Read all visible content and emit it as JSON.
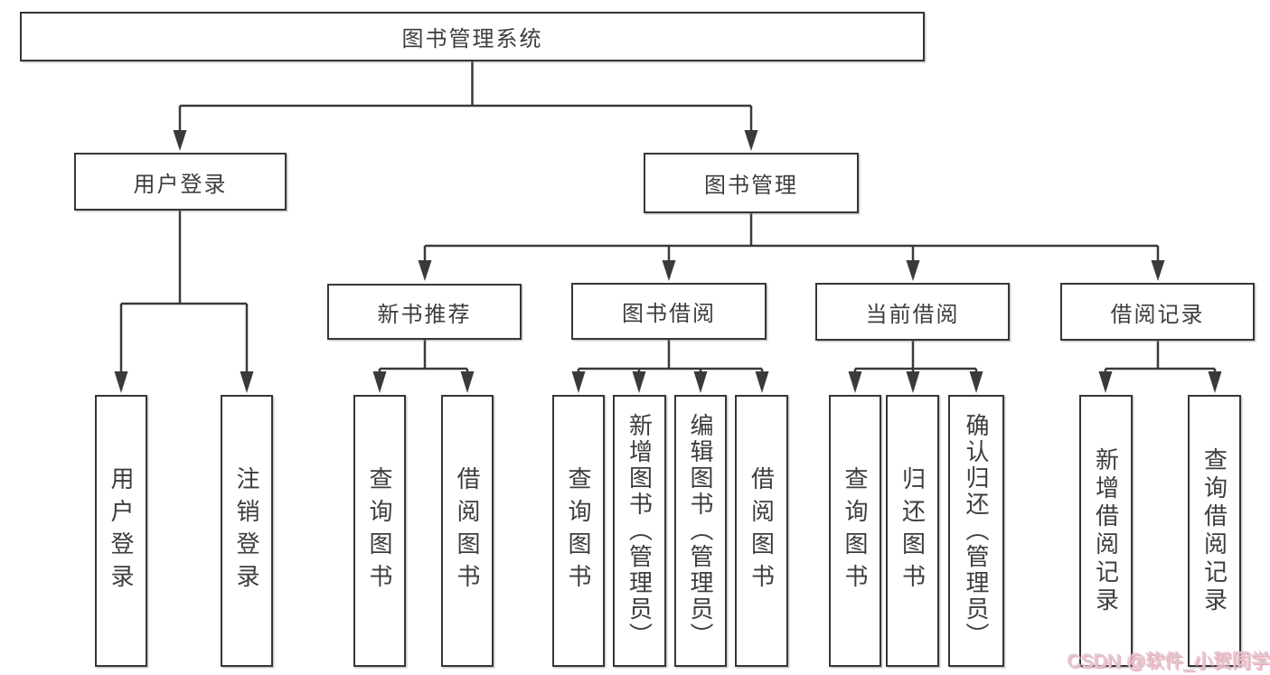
{
  "title": "图书管理系统",
  "tree": {
    "label": "图书管理系统",
    "children": [
      {
        "label": "用户登录",
        "children": [
          {
            "label": "用户登录"
          },
          {
            "label": "注销登录"
          }
        ]
      },
      {
        "label": "图书管理",
        "children": [
          {
            "label": "新书推荐",
            "children": [
              {
                "label": "查询图书"
              },
              {
                "label": "借阅图书"
              }
            ]
          },
          {
            "label": "图书借阅",
            "children": [
              {
                "label": "查询图书"
              },
              {
                "label": "新增图书（管理员）"
              },
              {
                "label": "编辑图书（管理员）"
              },
              {
                "label": "借阅图书"
              }
            ]
          },
          {
            "label": "当前借阅",
            "children": [
              {
                "label": "查询图书"
              },
              {
                "label": "归还图书"
              },
              {
                "label": "确认归还（管理员）"
              }
            ]
          },
          {
            "label": "借阅记录",
            "children": [
              {
                "label": "新增借阅记录"
              },
              {
                "label": "查询借阅记录"
              }
            ]
          }
        ]
      }
    ]
  },
  "watermark": {
    "text": "CSDN @软件_小贺同学"
  },
  "colors": {
    "line": "#3a3a3a",
    "box_border": "#363636",
    "text": "#3d3d3d",
    "background": "#ffffff",
    "watermark_pink": "#ef96ab"
  }
}
